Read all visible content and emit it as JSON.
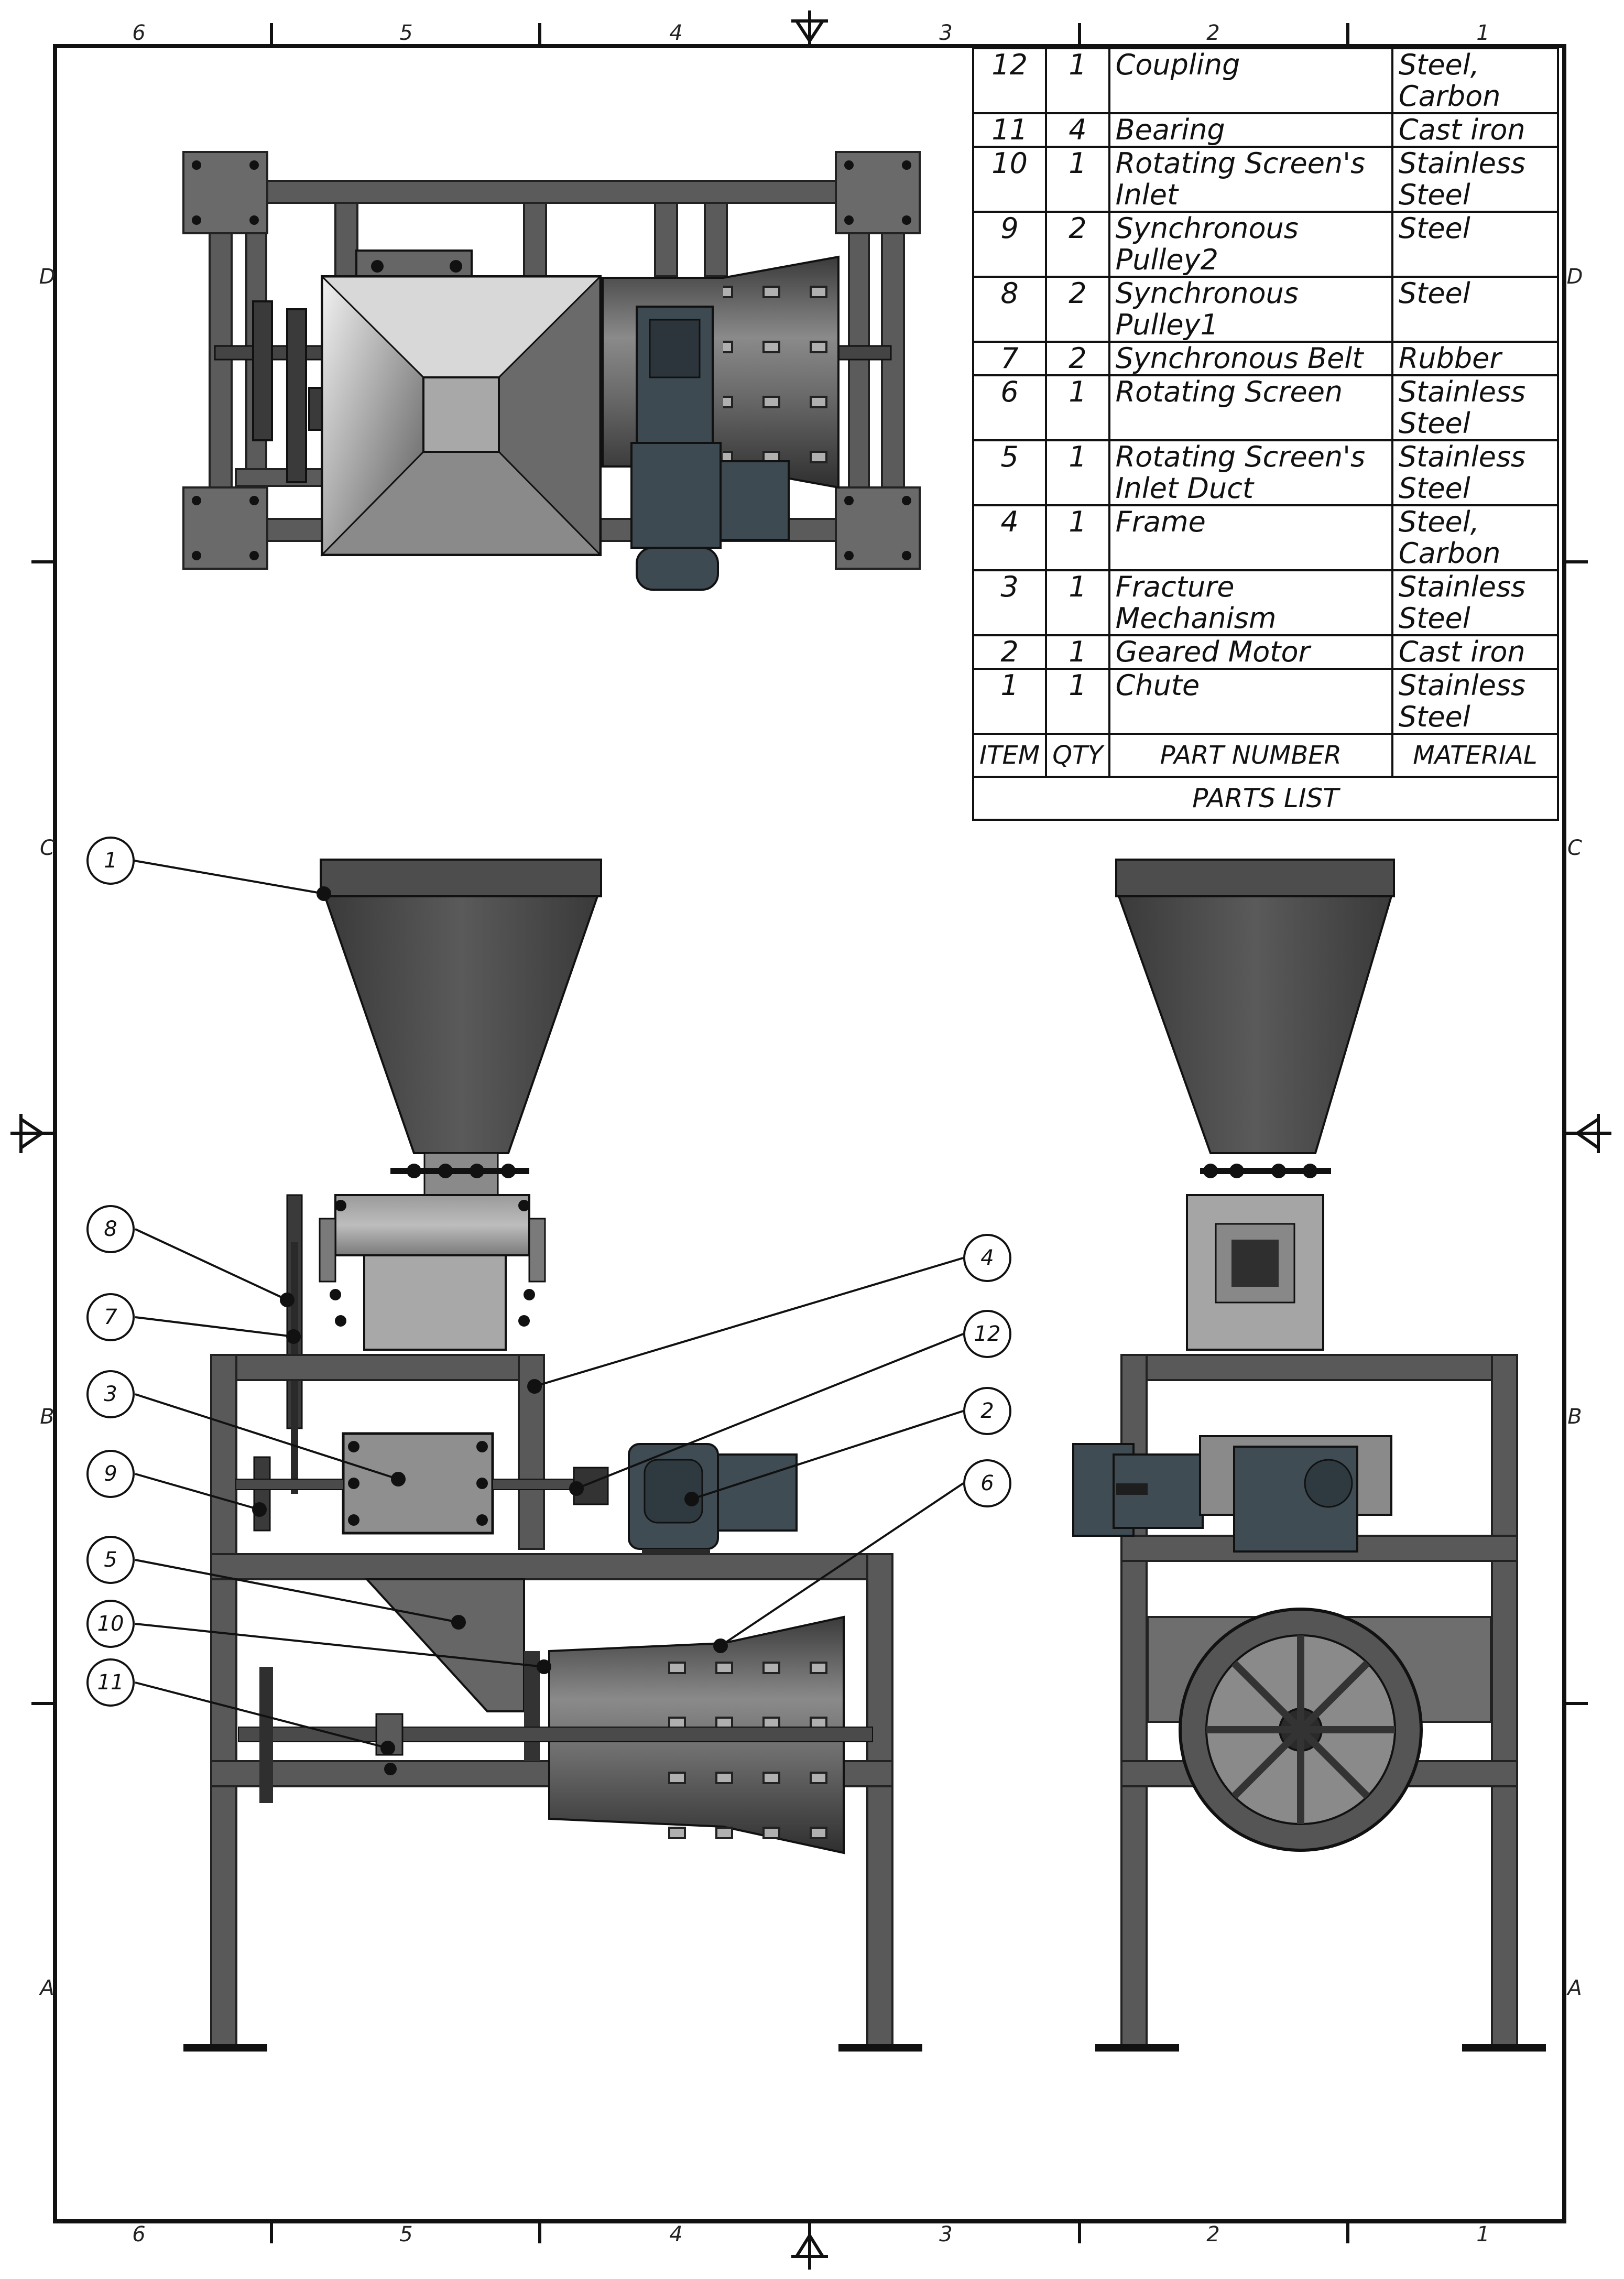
{
  "zones": {
    "columns": [
      "6",
      "5",
      "4",
      "3",
      "2",
      "1"
    ],
    "rows": [
      "D",
      "C",
      "B",
      "A"
    ]
  },
  "parts_list": {
    "title": "PARTS LIST",
    "headers": {
      "item": "ITEM",
      "qty": "QTY",
      "part": "PART NUMBER",
      "material": "MATERIAL"
    },
    "rows": [
      {
        "item": "12",
        "qty": "1",
        "part": "Coupling",
        "material": "Steel, Carbon"
      },
      {
        "item": "11",
        "qty": "4",
        "part": "Bearing",
        "material": "Cast iron"
      },
      {
        "item": "10",
        "qty": "1",
        "part": "Rotating Screen's Inlet",
        "material": "Stainless Steel"
      },
      {
        "item": "9",
        "qty": "2",
        "part": "Synchronous Pulley2",
        "material": "Steel"
      },
      {
        "item": "8",
        "qty": "2",
        "part": "Synchronous Pulley1",
        "material": "Steel"
      },
      {
        "item": "7",
        "qty": "2",
        "part": "Synchronous Belt",
        "material": "Rubber"
      },
      {
        "item": "6",
        "qty": "1",
        "part": "Rotating Screen",
        "material": "Stainless Steel"
      },
      {
        "item": "5",
        "qty": "1",
        "part": "Rotating Screen's Inlet Duct",
        "material": "Stainless Steel"
      },
      {
        "item": "4",
        "qty": "1",
        "part": "Frame",
        "material": "Steel, Carbon"
      },
      {
        "item": "3",
        "qty": "1",
        "part": "Fracture Mechanism",
        "material": "Stainless Steel"
      },
      {
        "item": "2",
        "qty": "1",
        "part": "Geared Motor",
        "material": "Cast iron"
      },
      {
        "item": "1",
        "qty": "1",
        "part": "Chute",
        "material": "Stainless Steel"
      }
    ]
  },
  "balloons": [
    "1",
    "8",
    "7",
    "3",
    "9",
    "5",
    "10",
    "11",
    "4",
    "12",
    "2",
    "6"
  ],
  "colors": {
    "steel": "#555555",
    "dark": "#2e2e2e",
    "motor": "#3c4a52",
    "sheet": "#ececec"
  }
}
